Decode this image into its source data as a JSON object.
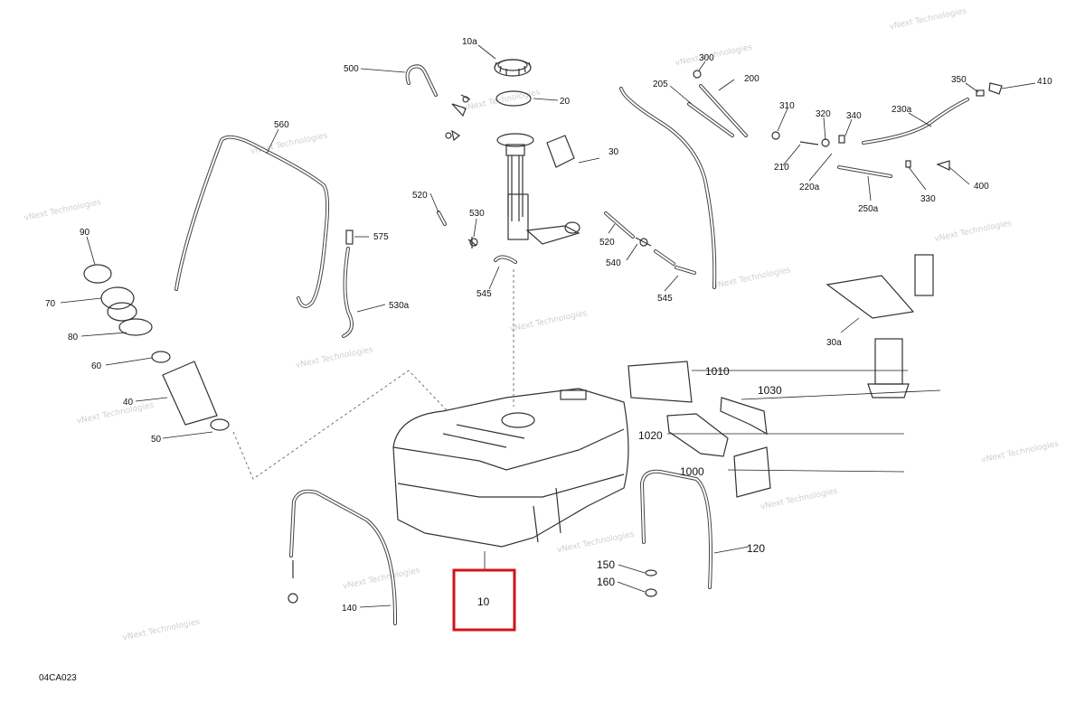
{
  "diagram_code": "04CA023",
  "watermark": {
    "line1": "vNext",
    "line2": "Technologies",
    "line3": "vNext Technologies"
  },
  "callouts": {
    "c10a": "10a",
    "c500": "500",
    "c20": "20",
    "c560": "560",
    "c30": "30",
    "c520a": "520",
    "c530": "530",
    "c575": "575",
    "c530a": "530a",
    "c545a": "545",
    "c520b": "520",
    "c540": "540",
    "c545b": "545",
    "c300": "300",
    "c200": "200",
    "c205": "205",
    "c310": "310",
    "c320": "320",
    "c340": "340",
    "c210": "210",
    "c220a": "220a",
    "c250a": "250a",
    "c330": "330",
    "c230a": "230a",
    "c350": "350",
    "c410": "410",
    "c400": "400",
    "c90": "90",
    "c70": "70",
    "c80": "80",
    "c60": "60",
    "c40": "40",
    "c50": "50",
    "c30a": "30a",
    "c1010": "1010",
    "c1030": "1030",
    "c1020": "1020",
    "c1000": "1000",
    "c120": "120",
    "c150": "150",
    "c160": "160",
    "c140": "140",
    "c10": "10"
  },
  "highlight": {
    "label": "10",
    "color": "#d0141c"
  }
}
